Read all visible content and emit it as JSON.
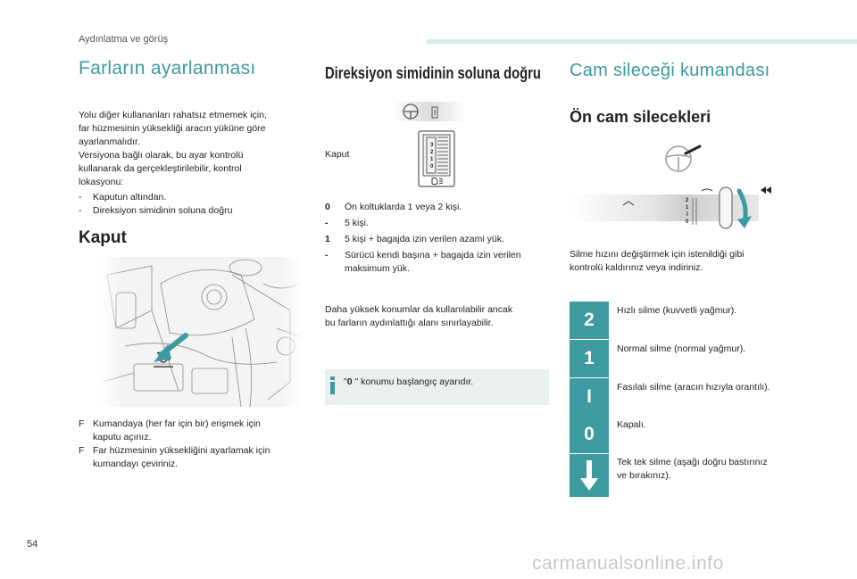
{
  "header": {
    "section": "Aydınlatma ve görüş"
  },
  "col1": {
    "title": "Farların ayarlanması",
    "intro_lines": [
      "Yolu diğer kullananları rahatsız etmemek için,",
      "far hüzmesinin yüksekliği aracın yüküne göre",
      "ayarlanmalıdır.",
      "Versiyona bağlı olarak, bu ayar kontrolü",
      "kullanarak da gerçekleştirilebilir, kontrol",
      "lokasyonu:"
    ],
    "locations": [
      {
        "marker": "-",
        "text": "Kaputun altından."
      },
      {
        "marker": "-",
        "text": "Direksiyon simidinin soluna doğru"
      }
    ],
    "kaput_title": "Kaput",
    "steps": [
      {
        "marker": "F",
        "lines": [
          "Kumandaya (her far için bir) erişmek için",
          "kaputu açınız."
        ]
      },
      {
        "marker": "F",
        "lines": [
          "Far hüzmesinin yüksekliğini ayarlamak için",
          "kumandayı çeviriniz."
        ]
      }
    ]
  },
  "col2": {
    "title": "Direksiyon simidinin soluna doğru",
    "kaput_label": "Kaput",
    "positions": [
      {
        "key": "0",
        "lines": [
          "Ön koltuklarda 1 veya 2 kişi."
        ]
      },
      {
        "key": "-",
        "lines": [
          "5 kişi."
        ]
      },
      {
        "key": "1",
        "lines": [
          "5 kişi + bagajda izin verilen azami yük."
        ]
      },
      {
        "key": "-",
        "lines": [
          "Sürücü kendi başına + bagajda izin verilen",
          "maksimum yük."
        ]
      }
    ],
    "note_lines": [
      "Daha yüksek konumlar da kullanılabilir ancak",
      "bu farların aydınlattığı alanı sınırlayabilir."
    ],
    "info_key": "0",
    "info_text": " \" konumu başlangıç ayarıdır.",
    "info_quote": "\""
  },
  "col3": {
    "title": "Cam sileceği kumandası",
    "subtitle": "Ön cam silecekleri",
    "desc_lines": [
      "Silme hızını değiştirmek için istenildiği gibi",
      "kontrolü kaldırınız veya indiriniz."
    ],
    "modes": [
      {
        "badge": "2",
        "lines": [
          "Hızlı silme (kuvvetli yağmur)."
        ]
      },
      {
        "badge": "1",
        "lines": [
          "Normal silme (normal yağmur)."
        ]
      },
      {
        "badge": "I",
        "lines": [
          "Fasılalı silme (aracın hızıyla orantılı)."
        ]
      },
      {
        "badge": "0",
        "lines": [
          "Kapalı."
        ]
      },
      {
        "badge": "down-arrow-icon",
        "lines": [
          "Tek tek silme (aşağı doğru bastırınız",
          "ve bırakınız)."
        ]
      }
    ],
    "lever_marks": [
      "2",
      "1",
      "I",
      "0"
    ]
  },
  "dial_marks": [
    "0",
    "1",
    "2",
    "3"
  ],
  "footer": {
    "page_number": "54",
    "watermark": "carmanualsonline.info"
  },
  "colors": {
    "accent": "#3d9aa0",
    "header_bar": "#d3eceb",
    "info_bg": "#eaf0f0"
  }
}
